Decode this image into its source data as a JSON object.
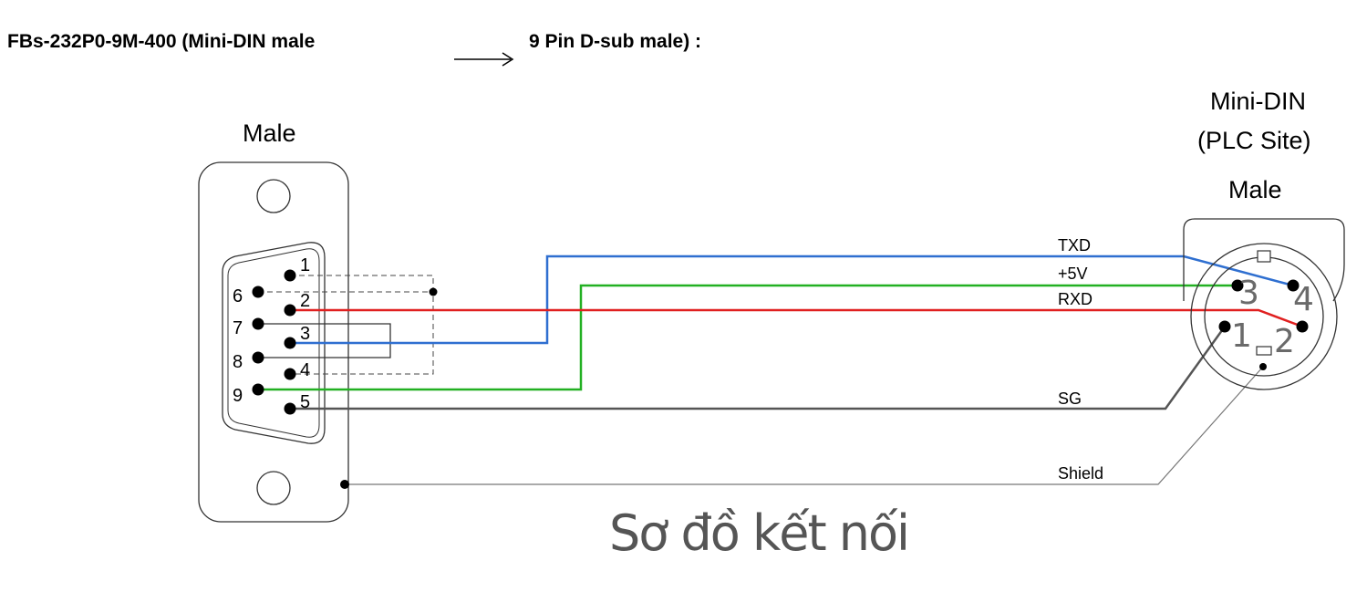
{
  "title": {
    "part1": "FBs-232P0-9M-400 (Mini-DIN male",
    "part2": "9 Pin D-sub male) :"
  },
  "dsub": {
    "label": "Male",
    "pins": [
      "1",
      "2",
      "3",
      "4",
      "5",
      "6",
      "7",
      "8",
      "9"
    ]
  },
  "minidin": {
    "label_line1": "Mini-DIN",
    "label_line2": "(PLC Site)",
    "label_line3": "Male",
    "pins": [
      "1",
      "2",
      "3",
      "4"
    ]
  },
  "signals": {
    "txd": "TXD",
    "v5": "+5V",
    "rxd": "RXD",
    "sg": "SG",
    "shield": "Shield"
  },
  "caption": "Sơ đồ kết nối",
  "colors": {
    "txd": "#2f6fd0",
    "v5": "#22b022",
    "rxd": "#e02020",
    "sg": "#555555",
    "shield": "#777777"
  }
}
